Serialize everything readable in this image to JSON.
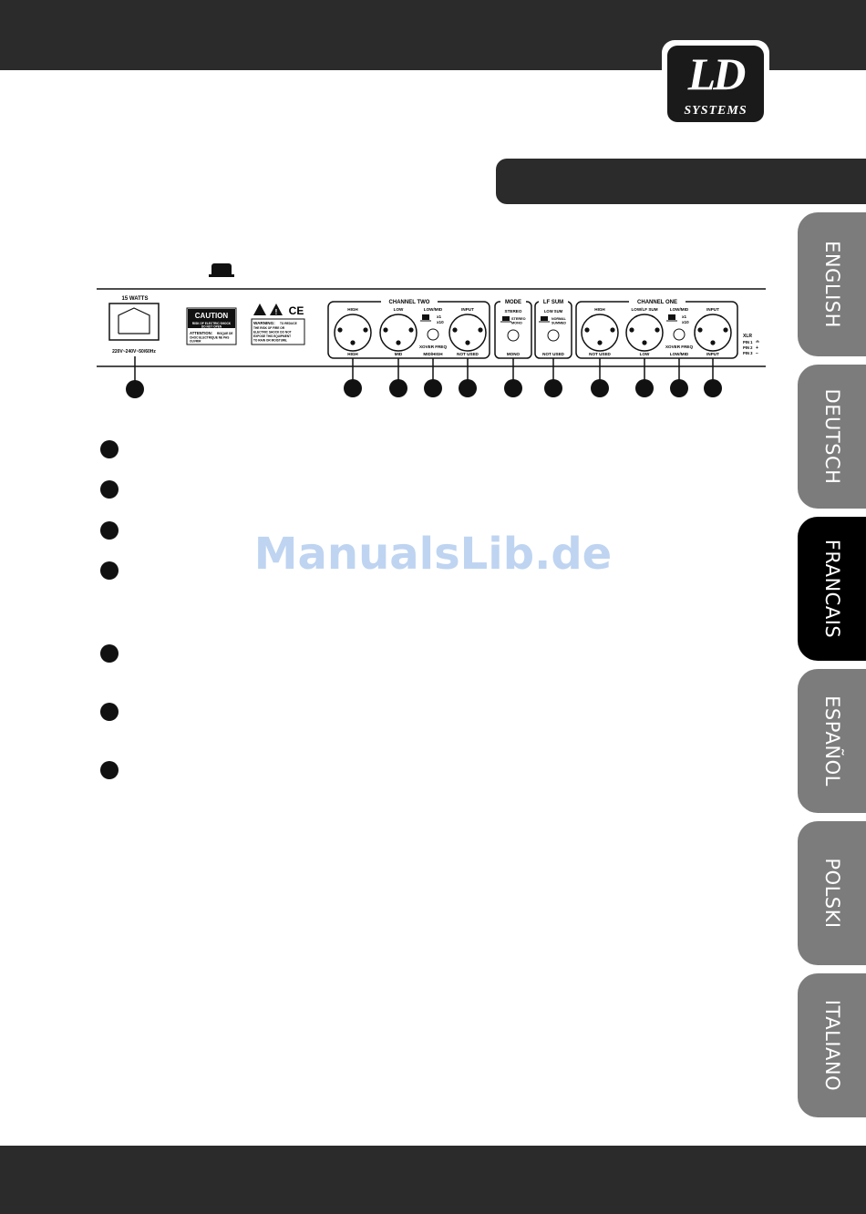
{
  "brand": {
    "logo_main": "LD",
    "logo_sub": "SYSTEMS"
  },
  "language_tabs": [
    {
      "label": "ENGLISH",
      "active": false
    },
    {
      "label": "DEUTSCH",
      "active": false
    },
    {
      "label": "FRANCAIS",
      "active": true
    },
    {
      "label": "ESPAÑOL",
      "active": false
    },
    {
      "label": "POLSKI",
      "active": false
    },
    {
      "label": "ITALIANO",
      "active": false
    }
  ],
  "rear_panel": {
    "power": {
      "watts": "15 WATTS",
      "voltage": "220V~240V~50/60Hz"
    },
    "caution": {
      "title": "CAUTION",
      "line1": "RISK OF ELECTRIC SHOCK",
      "line2": "DO NOT OPEN",
      "attention": "ATTENTION:",
      "att_text1": "RISQUE DE",
      "att_text2": "CHOC ELECTRIQUE NE PAS",
      "att_text3": "OUVRIR"
    },
    "warning": {
      "ce": "CE",
      "title": "WARNING:",
      "t1": "TO REDUCE",
      "t2": "THE RISK OF FIRE OR",
      "t3": "ELECTRIC SHOCK DO NOT",
      "t4": "EXPOSE THIS EQUIPMENT",
      "t5": "TO RAIN OR MOISTURE."
    },
    "channel_two": {
      "title": "CHANNEL TWO",
      "high_top": "HIGH",
      "low_top": "LOW",
      "lowmid_top": "LOW/MID",
      "input_top": "INPUT",
      "x1": "x1",
      "x10": "x10",
      "xover": "XOVER FREQ",
      "high_bottom": "HIGH",
      "mid_bottom": "MID",
      "midhigh_bottom": "MID/HIGH",
      "notused_bottom": "NOT USED"
    },
    "mode": {
      "title": "MODE",
      "stereo": "STEREO",
      "btn_stereo": "STEREO",
      "btn_mono": "MONO",
      "mono": "MONO"
    },
    "lf_sum": {
      "title": "LF SUM",
      "low_sum": "LOW SUM",
      "normal": "NORMAL",
      "summed": "SUMMED",
      "not_used": "NOT USED"
    },
    "channel_one": {
      "title": "CHANNEL ONE",
      "high_top": "HIGH",
      "lowlf_top": "LOW/LF SUM",
      "lowmid_top": "LOW/MID",
      "input_top": "INPUT",
      "x1": "x1",
      "x10": "x10",
      "xover": "XOVER FREQ",
      "notused_bottom": "NOT USED",
      "low_bottom": "LOW",
      "lowmid_bottom": "LOW/MID",
      "input_bottom": "INPUT"
    },
    "xlr": {
      "title": "XLR",
      "pin1": "PIN 1",
      "pin2": "PIN 2",
      "pin3": "PIN 3",
      "pin2_sign": "+",
      "pin3_sign": "−"
    }
  },
  "watermark": "ManualsLib.de"
}
